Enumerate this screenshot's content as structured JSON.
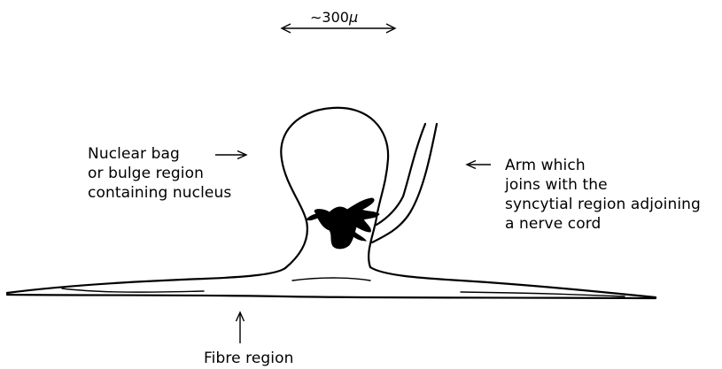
{
  "scale": {
    "prefix": "∼300",
    "unit": "μ"
  },
  "labels": {
    "nuclear_bag": [
      "Nuclear bag",
      "or bulge region",
      "containing nucleus"
    ],
    "arm": [
      "Arm which",
      "joins with the",
      "syncytial region adjoining",
      "a nerve cord"
    ],
    "fibre": [
      "Fibre region"
    ]
  },
  "colors": {
    "ink": "#000000",
    "background": "#ffffff"
  }
}
